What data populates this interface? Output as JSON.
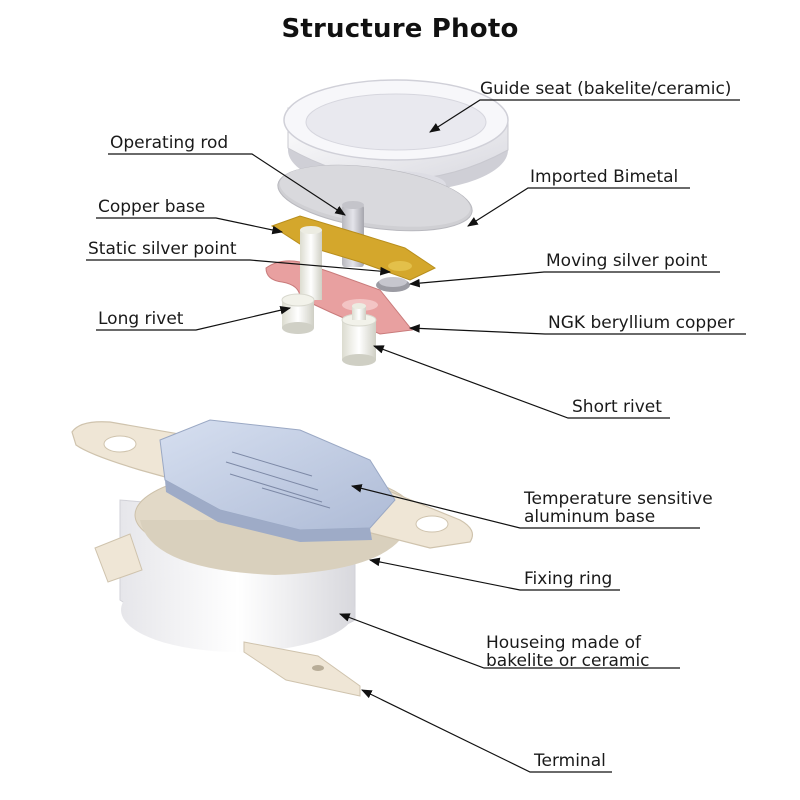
{
  "title": "Structure Photo",
  "labels": {
    "guide_seat": "Guide seat (bakelite/ceramic)",
    "operating_rod": "Operating rod",
    "imported_bimetal": "Imported Bimetal",
    "copper_base": "Copper base",
    "static_silver_point": "Static silver point",
    "moving_silver_point": "Moving silver point",
    "long_rivet": "Long rivet",
    "ngk_beryllium_copper": "NGK beryllium copper",
    "short_rivet": "Short rivet",
    "temp_sensitive_line1": "Temperature sensitive",
    "temp_sensitive_line2": "aluminum base",
    "fixing_ring": "Fixing ring",
    "housing_line1": "Houseing made of",
    "housing_line2": "bakelite or ceramic",
    "terminal": "Terminal"
  },
  "colors": {
    "copper_base": "#d4a72c",
    "beryllium_copper": "#e8a0a0",
    "aluminum_base": "#c7d3ea",
    "flange": "#efe6d6",
    "housing": "#f4f4f4",
    "leader": "#111111"
  }
}
